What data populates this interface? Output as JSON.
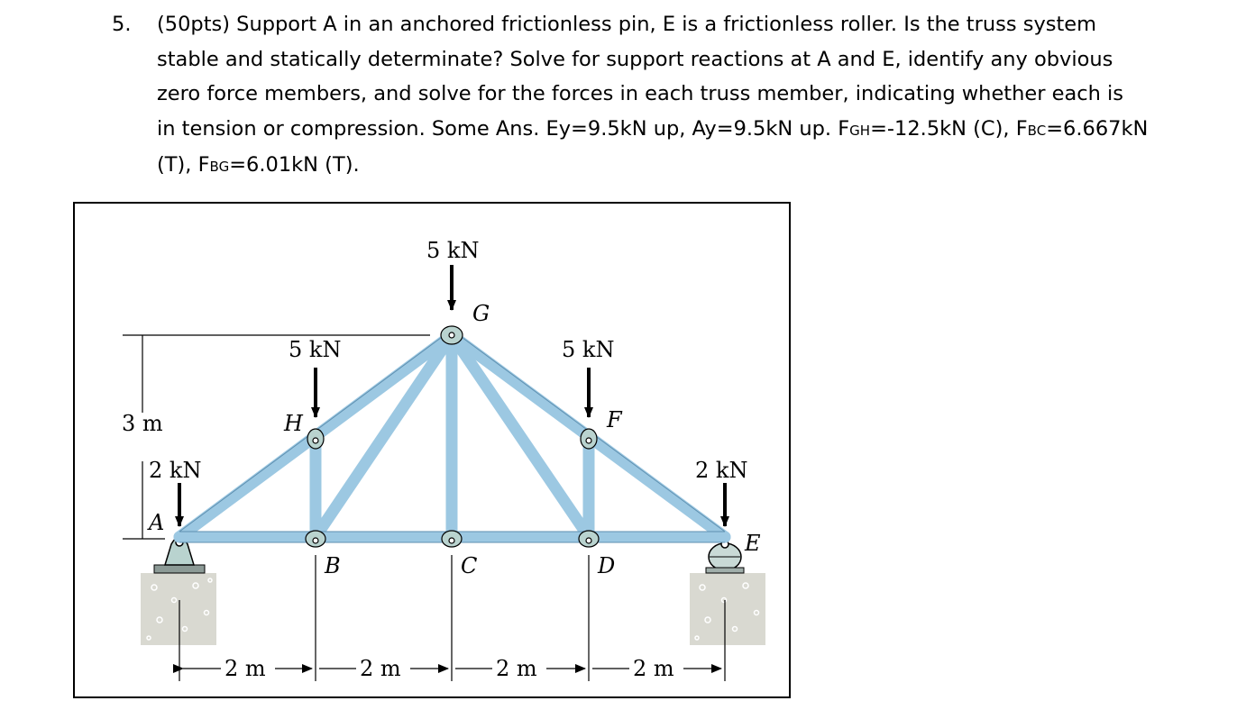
{
  "problem": {
    "number": "5.",
    "line1": "(50pts) Support A in an anchored frictionless pin, E is a frictionless roller. Is the truss system",
    "line2": "stable and statically determinate? Solve for support reactions at A and E, identify any obvious",
    "line3": "zero force members, and solve for the forces in each truss member, indicating whether each is",
    "line4_pre": "in tension or compression. Some Ans. Ey=9.5kN up, Ay=9.5kN up. F",
    "line4_sub1": "GH",
    "line4_mid": "=-12.5kN (C), F",
    "line4_sub2": "BC",
    "line4_post": "=6.667kN",
    "line5_pre": "(T), F",
    "line5_sub": "BG",
    "line5_post": "=6.01kN (T)."
  },
  "figure": {
    "load_g": "5 kN",
    "load_h": "5 kN",
    "load_f": "5 kN",
    "load_a": "2 kN",
    "load_e": "2 kN",
    "height": "3 m",
    "node_a": "A",
    "node_b": "B",
    "node_c": "C",
    "node_d": "D",
    "node_e": "E",
    "node_f": "F",
    "node_g": "G",
    "node_h": "H",
    "span1": "2 m",
    "span2": "2 m",
    "span3": "2 m",
    "span4": "2 m"
  }
}
